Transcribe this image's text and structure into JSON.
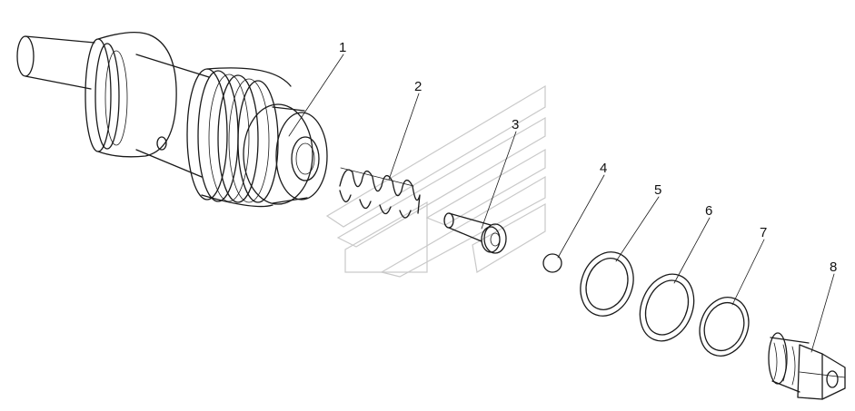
{
  "callouts": [
    {
      "id": "1",
      "label": "1"
    },
    {
      "id": "2",
      "label": "2"
    },
    {
      "id": "3",
      "label": "3"
    },
    {
      "id": "4",
      "label": "4"
    },
    {
      "id": "5",
      "label": "5"
    },
    {
      "id": "6",
      "label": "6"
    },
    {
      "id": "7",
      "label": "7"
    },
    {
      "id": "8",
      "label": "8"
    }
  ],
  "colors": {
    "line": "#1a1a1a",
    "watermark": "#c9c9c9",
    "background": "#ffffff"
  }
}
